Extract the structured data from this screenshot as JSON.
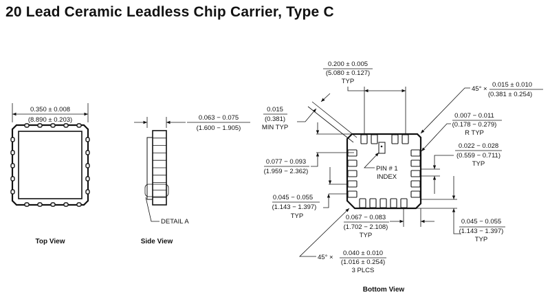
{
  "title": "20 Lead Ceramic Leadless Chip Carrier, Type C",
  "top_view": {
    "label": "Top View",
    "width_in": "0.350 ± 0.008",
    "width_mm": "(8.890 ± 0.203)"
  },
  "side_view": {
    "label": "Side View",
    "height_in": "0.063 − 0.075",
    "height_mm": "(1.600 − 1.905)",
    "detail": "DETAIL A"
  },
  "bottom_view": {
    "label": "Bottom View",
    "pitch_in": "0.200 ± 0.005",
    "pitch_mm": "(5.080 ± 0.127)",
    "pitch_note": "TYP",
    "chamfer_prefix": "45° ×",
    "chamfer_in": "0.015 ± 0.010",
    "chamfer_mm": "(0.381 ± 0.254)",
    "min_in": "0.015",
    "min_mm": "(0.381)",
    "min_note": "MIN TYP",
    "radius_in": "0.007 − 0.011",
    "radius_mm": "(0.178 − 0.279)",
    "radius_note": "R TYP",
    "pad_w_in": "0.022 − 0.028",
    "pad_w_mm": "(0.559 − 0.711)",
    "pad_w_note": "TYP",
    "corner_in": "0.077 − 0.093",
    "corner_mm": "(1.959 − 2.362)",
    "pin1_line1": "PIN  # 1",
    "pin1_line2": "INDEX",
    "pitch2_left_in": "0.045 − 0.055",
    "pitch2_left_mm": "(1.143 − 1.397)",
    "pitch2_left_note": "TYP",
    "pad_len_in": "0.067 − 0.083",
    "pad_len_mm": "(1.702 − 2.108)",
    "pad_len_note": "TYP",
    "pitch2_right_in": "0.045 − 0.055",
    "pitch2_right_mm": "(1.143 − 1.397)",
    "pitch2_right_note": "TYP",
    "big_chamfer_prefix": "45° ×",
    "big_chamfer_in": "0.040 ± 0.010",
    "big_chamfer_mm": "(1.016 ± 0.254)",
    "big_chamfer_note": "3 PLCS"
  }
}
